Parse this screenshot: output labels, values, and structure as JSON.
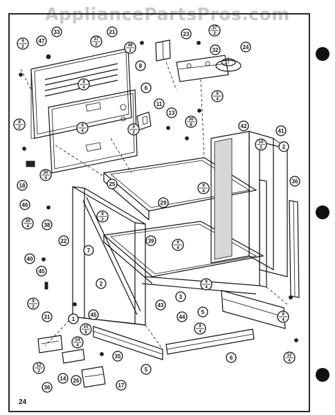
{
  "watermark": "AppliancePartsPros.com",
  "page_number": "24",
  "callouts": {
    "c33": "33",
    "c21": "21",
    "c23": "23",
    "c32": "32",
    "c24": "24",
    "c8": "8",
    "c6": "6",
    "c11": "11",
    "c13": "13",
    "c42": "42",
    "c41": "41",
    "c2a": "2",
    "c36": "36",
    "c25": "25",
    "c29": "29",
    "c18": "18",
    "c46": "46",
    "c38": "38",
    "c22": "22",
    "c7": "7",
    "c39": "39",
    "c40": "40",
    "c45a": "45",
    "c2b": "2",
    "c3": "3",
    "c43": "43",
    "c44": "44",
    "c5a": "5",
    "c1": "1",
    "c45b": "45",
    "c31": "31",
    "c6b": "6",
    "c35": "35",
    "c5b": "5",
    "c14": "14",
    "c26": "26",
    "c17": "17",
    "c47": "47",
    "c36b": "36"
  },
  "fractions": {
    "f1": [
      "9",
      "2"
    ],
    "f2": [
      "37",
      "2"
    ],
    "f3": [
      "48",
      "2"
    ],
    "f4": [
      "37",
      "2"
    ],
    "f5": [
      "9",
      "4"
    ],
    "f6": [
      "9",
      "4"
    ],
    "f7": [
      "9",
      "2"
    ],
    "f8": [
      "9",
      "4"
    ],
    "f9": [
      "30",
      "8"
    ],
    "f10": [
      "9",
      "2"
    ],
    "f11": [
      "10",
      "2"
    ],
    "f12": [
      "30",
      "4"
    ],
    "f13": [
      "9",
      "4"
    ],
    "f14": [
      "30",
      "4"
    ],
    "f15": [
      "9",
      "2"
    ],
    "f16": [
      "9",
      "4"
    ],
    "f17": [
      "9",
      "4"
    ],
    "f18": [
      "9",
      "2"
    ],
    "f19": [
      "9",
      "4"
    ],
    "f20": [
      "10",
      "6"
    ],
    "f21": [
      "24",
      "4"
    ],
    "f22": [
      "12",
      "2"
    ],
    "f23": [
      "12",
      "4"
    ],
    "f24": [
      "9",
      "4"
    ]
  }
}
